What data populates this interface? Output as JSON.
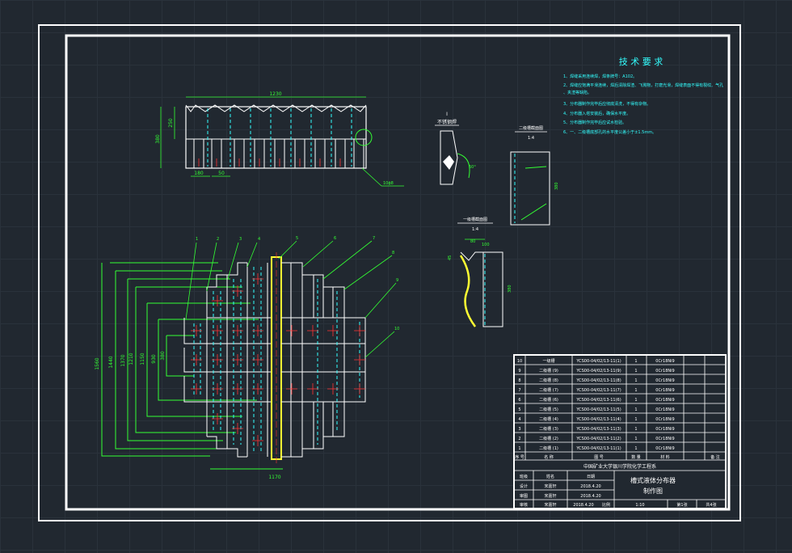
{
  "tech_requirements": {
    "title": "技 术 要 求",
    "lines": [
      "1、焊缝采用连续焊，焊条牌号：A102。",
      "2、焊缝应饱满平滑连续，焊后清除焊渣、飞溅物，打磨光滑，焊缝表面不得有裂纹、气孔",
      "、夹渣等缺陷。",
      "3、分布器制作完毕后应彻底清洗，不得有杂物。",
      "4、分布器入塔安装后，确保水平度。",
      "5、分布器制作完毕后应试水检验。",
      "6、一、二级槽底部孔的水平度公差小于±1.5mm。"
    ]
  },
  "views": {
    "front_dims": {
      "length": "1230",
      "height": "380",
      "upper": "250",
      "pitch": "180",
      "slot": "50",
      "hole_note": "10ϕ8"
    },
    "detail_i": {
      "label": "I",
      "title": "不锈钢焊",
      "angle": "60°"
    },
    "section_right": {
      "title": "二级槽截面图",
      "scale": "1:4",
      "height": "380"
    },
    "section_left": {
      "title": "一级槽截面图",
      "scale": "1:4",
      "dim_a": "80",
      "dim_b": "100",
      "height": "380"
    },
    "plan_dims": {
      "width": "1170",
      "d1": "1560",
      "d2": "1440",
      "d3": "1370",
      "d4": "1210",
      "d5": "1150",
      "d6": "930",
      "d7": "380"
    },
    "balloons": [
      "1",
      "2",
      "3",
      "4",
      "5",
      "6",
      "7",
      "8",
      "9",
      "10"
    ]
  },
  "bom": {
    "rows": [
      {
        "no": "10",
        "name": "一级槽",
        "code": "YCS00-04/02/13-11(1)",
        "qty": "1",
        "mat": "0Cr18Ni9"
      },
      {
        "no": "9",
        "name": "二级槽 (9)",
        "code": "YCS00-04/02/13-11(9)",
        "qty": "1",
        "mat": "0Cr18Ni9"
      },
      {
        "no": "8",
        "name": "二级槽 (8)",
        "code": "YCS00-04/02/13-11(8)",
        "qty": "1",
        "mat": "0Cr18Ni9"
      },
      {
        "no": "7",
        "name": "二级槽 (7)",
        "code": "YCS00-04/02/13-11(7)",
        "qty": "1",
        "mat": "0Cr18Ni9"
      },
      {
        "no": "6",
        "name": "二级槽 (6)",
        "code": "YCS00-04/02/13-11(6)",
        "qty": "1",
        "mat": "0Cr18Ni9"
      },
      {
        "no": "5",
        "name": "二级槽 (5)",
        "code": "YCS00-04/02/13-11(5)",
        "qty": "1",
        "mat": "0Cr18Ni9"
      },
      {
        "no": "4",
        "name": "二级槽 (4)",
        "code": "YCS00-04/02/13-11(4)",
        "qty": "1",
        "mat": "0Cr18Ni9"
      },
      {
        "no": "3",
        "name": "二级槽 (3)",
        "code": "YCS00-04/02/13-11(3)",
        "qty": "1",
        "mat": "0Cr18Ni9"
      },
      {
        "no": "2",
        "name": "二级槽 (2)",
        "code": "YCS00-04/02/13-11(2)",
        "qty": "1",
        "mat": "0Cr18Ni9"
      },
      {
        "no": "1",
        "name": "二级槽 (1)",
        "code": "YCS00-04/02/13-11(1)",
        "qty": "1",
        "mat": "0Cr18Ni9"
      }
    ],
    "header": {
      "no": "序 号",
      "name": "名 称",
      "code": "图 号",
      "qty": "数 量",
      "mat": "材 料",
      "note": "备 注"
    }
  },
  "title_block": {
    "school": "中国矿业大学银川学院化学工程系",
    "drawing_name": "槽式液体分布器",
    "drawing_sub": "制作图",
    "rows": [
      {
        "role": "班级",
        "name": "姓名",
        "date": "日期"
      },
      {
        "role": "设计",
        "name": "宋嘉轩",
        "date": "2018.4.20"
      },
      {
        "role": "审图",
        "name": "宋嘉轩",
        "date": "2018.4.20"
      },
      {
        "role": "审核",
        "name": "宋嘉轩",
        "date": "2018.4.20"
      }
    ],
    "scale_label": "比例",
    "scale": "1:10",
    "sheet": "第1张",
    "total": "共4张"
  }
}
